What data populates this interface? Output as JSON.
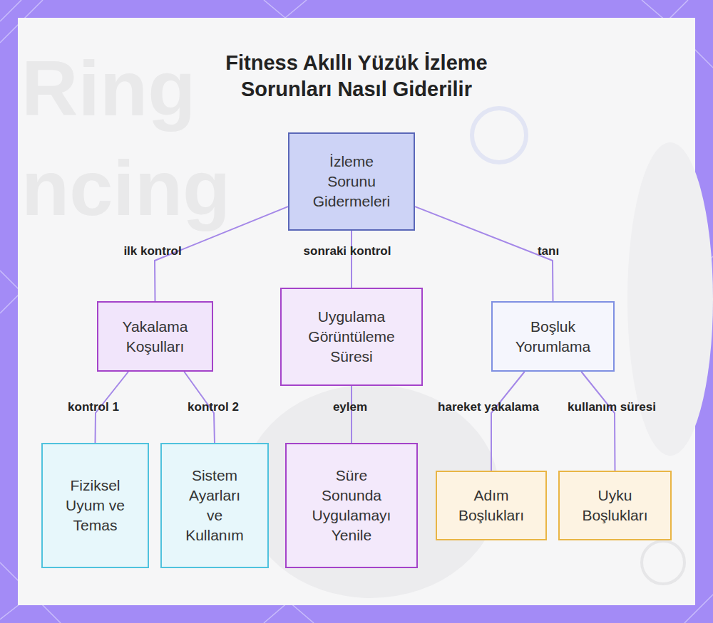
{
  "diagram": {
    "title": "Fitness Akıllı Yüzük İzleme Sorunları Nasıl Giderilir",
    "nodes": [
      {
        "text": [
          "İzleme Sorunu Gidermeleri"
        ]
      },
      {
        "text": [
          "Yakalama Koşulları"
        ]
      },
      {
        "text": [
          "Uygulama Görüntüleme Süresi"
        ]
      },
      {
        "text": [
          "Boşluk Yorumlama"
        ]
      },
      {
        "text": [
          "Fiziksel Uyum ve Temas"
        ]
      },
      {
        "text": [
          "Sistem Ayarları ve Kullanım"
        ]
      },
      {
        "text": [
          "Süre Sonunda Uygulamayı Yenile"
        ]
      },
      {
        "text": [
          "Adım Boşlukları"
        ]
      },
      {
        "text": [
          "Uyku Boşlukları"
        ]
      }
    ],
    "edges": [
      {
        "from": 0,
        "to": 1,
        "label": "ilk kontrol",
        "arrow": "none"
      },
      {
        "from": 0,
        "to": 2,
        "label": "sonraki kontrol",
        "arrow": "none"
      },
      {
        "from": 0,
        "to": 3,
        "label": "tanı",
        "arrow": "none"
      },
      {
        "from": 1,
        "to": 4,
        "label": "kontrol 1",
        "arrow": "none"
      },
      {
        "from": 1,
        "to": 5,
        "label": "kontrol 2",
        "arrow": "none"
      },
      {
        "from": 2,
        "to": 6,
        "label": "eylem",
        "arrow": "none"
      },
      {
        "from": 3,
        "to": 7,
        "label": "hareket yakalama",
        "arrow": "none"
      },
      {
        "from": 3,
        "to": 8,
        "label": "kullanım süresi",
        "arrow": "none"
      }
    ],
    "labels": [
      "Ring",
      "ncing"
    ]
  }
}
